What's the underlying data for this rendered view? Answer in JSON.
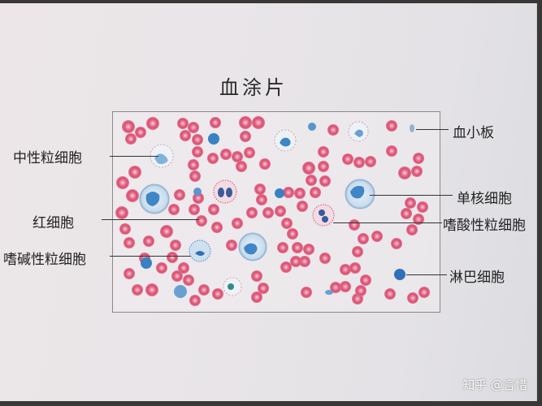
{
  "diagram": {
    "title": "血涂片",
    "subject": "Hand-drawn blood smear illustration",
    "labels_left": [
      {
        "id": "neutrophil",
        "text": "中性粒细胞"
      },
      {
        "id": "erythrocyte",
        "text": "红细胞"
      },
      {
        "id": "basophil",
        "text": "嗜碱性粒细胞"
      }
    ],
    "labels_right": [
      {
        "id": "platelet",
        "text": "血小板"
      },
      {
        "id": "monocyte",
        "text": "单核细胞"
      },
      {
        "id": "eosinophil",
        "text": "嗜酸性粒细胞"
      },
      {
        "id": "lymphocyte",
        "text": "淋巴细胞"
      }
    ],
    "colors": {
      "red_blood_cell": "#d94c70",
      "nucleus_blue": "#2f6fb8",
      "cytoplasm_light_blue": "#a9cbe6",
      "eosinophil_granules": "#d8506e"
    }
  },
  "watermark": "知乎 @言惜"
}
